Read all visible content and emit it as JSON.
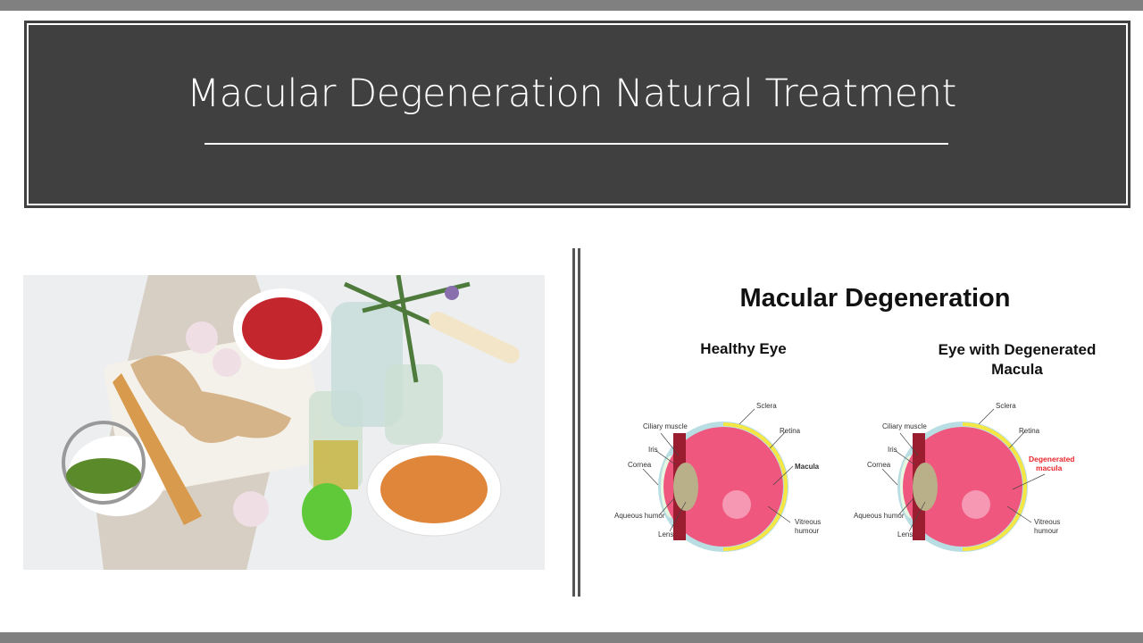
{
  "slide": {
    "title": "Macular Degeneration Natural Treatment"
  },
  "photo": {
    "alt_icon": "herbs-ginger-turmeric-photo"
  },
  "diagram": {
    "title": "Macular Degeneration",
    "healthy": {
      "heading": "Healthy Eye",
      "labels": {
        "sclera": "Sclera",
        "ciliary": "Ciliary muscle",
        "iris": "Iris",
        "cornea": "Cornea",
        "retina": "Retina",
        "macula": "Macula",
        "aqueous": "Aqueous humor",
        "lens": "Lens",
        "vitreous1": "Vitreous",
        "vitreous2": "humour"
      }
    },
    "degenerated": {
      "heading": "Eye with Degenerated Macula",
      "labels": {
        "sclera": "Sclera",
        "ciliary": "Ciliary muscle",
        "iris": "Iris",
        "cornea": "Cornea",
        "retina": "Retina",
        "macula1": "Degenerated",
        "macula2": "macula",
        "aqueous": "Aqueous humor",
        "lens": "Lens",
        "vitreous1": "Vitreous",
        "vitreous2": "humour"
      }
    }
  },
  "colors": {
    "frame": "#404040",
    "bar": "#808080",
    "pink": "#f0577e",
    "sclera": "#b8dde2",
    "retina": "#f5e642",
    "degenerated": "#e8272c"
  }
}
